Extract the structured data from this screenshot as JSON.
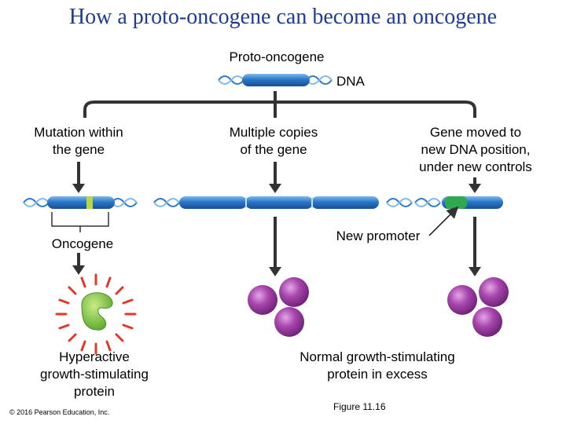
{
  "title": "How a proto-oncogene can become an oncogene",
  "labels": {
    "proto_oncogene": "Proto-oncogene",
    "dna": "DNA",
    "mutation_line1": "Mutation within",
    "mutation_line2": "the gene",
    "copies_line1": "Multiple copies",
    "copies_line2": "of the gene",
    "moved_line1": "Gene moved to",
    "moved_line2": "new DNA position,",
    "moved_line3": "under new controls",
    "oncogene": "Oncogene",
    "new_promoter": "New promoter",
    "hyper_line1": "Hyperactive",
    "hyper_line2": "growth-stimulating",
    "hyper_line3": "protein",
    "normal_line1": "Normal growth-stimulating",
    "normal_line2": "protein in excess"
  },
  "footer": {
    "figure": "Figure 11.16",
    "copyright": "© 2016 Pearson Education, Inc."
  },
  "colors": {
    "title": "#1f3c93",
    "gene_blue": "#2a78c8",
    "mutation_green": "#b7d84a",
    "promoter_green": "#2fa84f",
    "protein_purple": "#9b3aa0",
    "burst_red": "#e23a2a",
    "hyperactive_protein": "#7cc142"
  }
}
